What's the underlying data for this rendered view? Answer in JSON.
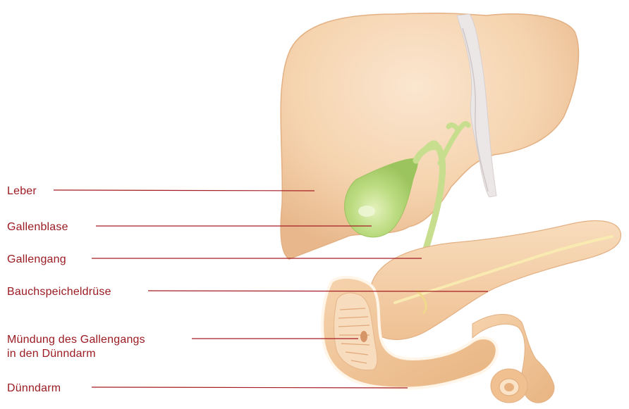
{
  "colors": {
    "label_text": "#9b1b22",
    "leader_line": "#a51d24",
    "liver": "#f5d3ae",
    "liver_shade": "#e6b98f",
    "ligament": "#e9e6e6",
    "gallbladder": "#b7d77a",
    "bile_duct": "#c6de8d",
    "pancreas": "#f5cfa6",
    "intestine": "#f3c89b",
    "intestine_inner": "#f6d6b5",
    "outline": "#e3b083"
  },
  "labels": [
    {
      "id": "leber",
      "text": "Leber"
    },
    {
      "id": "gallenblase",
      "text": "Gallenblase"
    },
    {
      "id": "gallengang",
      "text": "Gallengang"
    },
    {
      "id": "bauchspeicheldruese",
      "text": "Bauchspeicheldrüse"
    },
    {
      "id": "muendung",
      "text": "Mündung des Gallengangs",
      "text2": "in den Dünndarm"
    },
    {
      "id": "duenndarm",
      "text": "Dünndarm"
    }
  ]
}
